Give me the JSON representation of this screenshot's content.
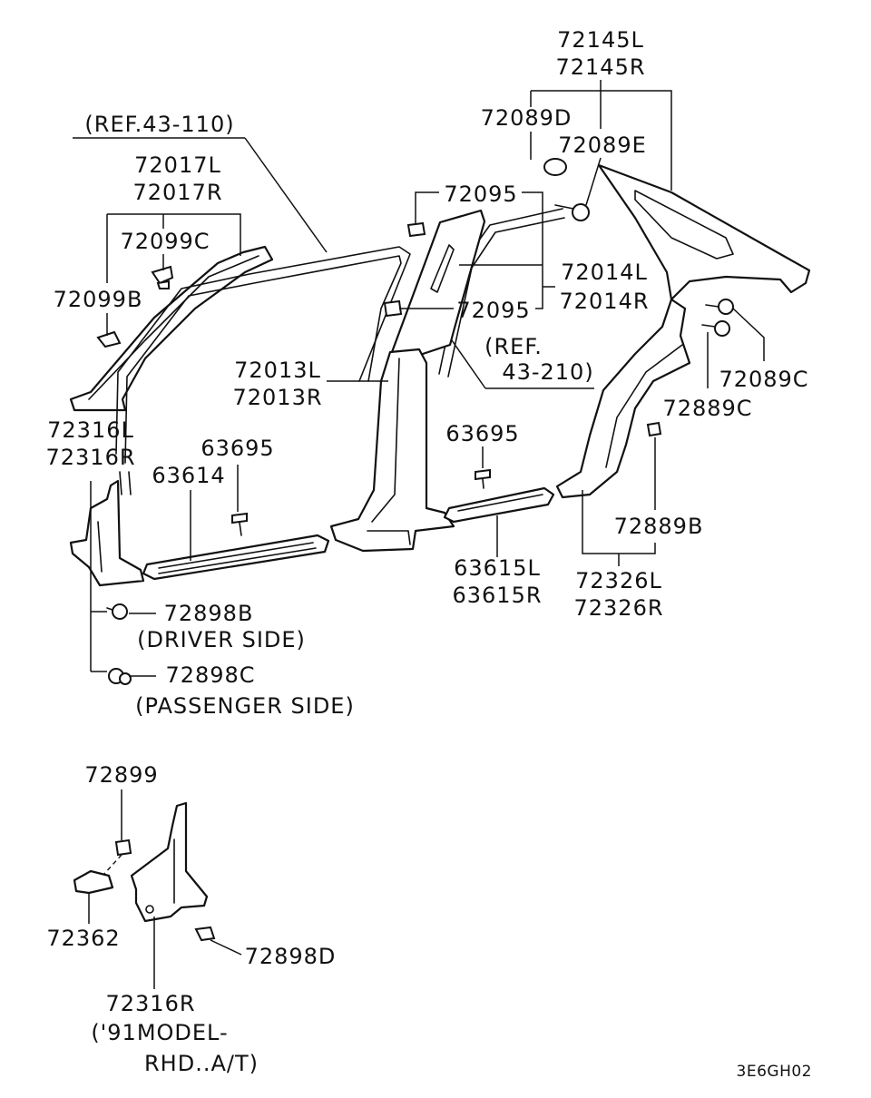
{
  "labels": {
    "p72145L": "72145L",
    "p72145R": "72145R",
    "p72089D": "72089D",
    "p72089E": "72089E",
    "ref43_110": "(REF.43-110)",
    "p72017L": "72017L",
    "p72017R": "72017R",
    "p72099C": "72099C",
    "p72099B": "72099B",
    "p72095_top": "72095",
    "p72014L": "72014L",
    "p72014R": "72014R",
    "p72095_mid": "72095",
    "ref43_210_a": "(REF.",
    "ref43_210_b": "43-210)",
    "p72013L": "72013L",
    "p72013R": "72013R",
    "p72089C": "72089C",
    "p72889C": "72889C",
    "p72316L": "72316L",
    "p72316R": "72316R",
    "p63695_left": "63695",
    "p63614": "63614",
    "p63695_right": "63695",
    "p72889B": "72889B",
    "p63615L": "63615L",
    "p63615R": "63615R",
    "p72326L": "72326L",
    "p72326R": "72326R",
    "p72898B": "72898B",
    "driver_side": "(DRIVER SIDE)",
    "p72898C": "72898C",
    "passenger_side": "(PASSENGER SIDE)",
    "p72899": "72899",
    "p72362": "72362",
    "p72898D": "72898D",
    "p72316R_inset": "72316R",
    "model_note_a": "('91MODEL-",
    "model_note_b": "RHD..A/T)",
    "diagram_code": "3E6GH02"
  },
  "colors": {
    "line": "#111111",
    "background": "#ffffff"
  }
}
